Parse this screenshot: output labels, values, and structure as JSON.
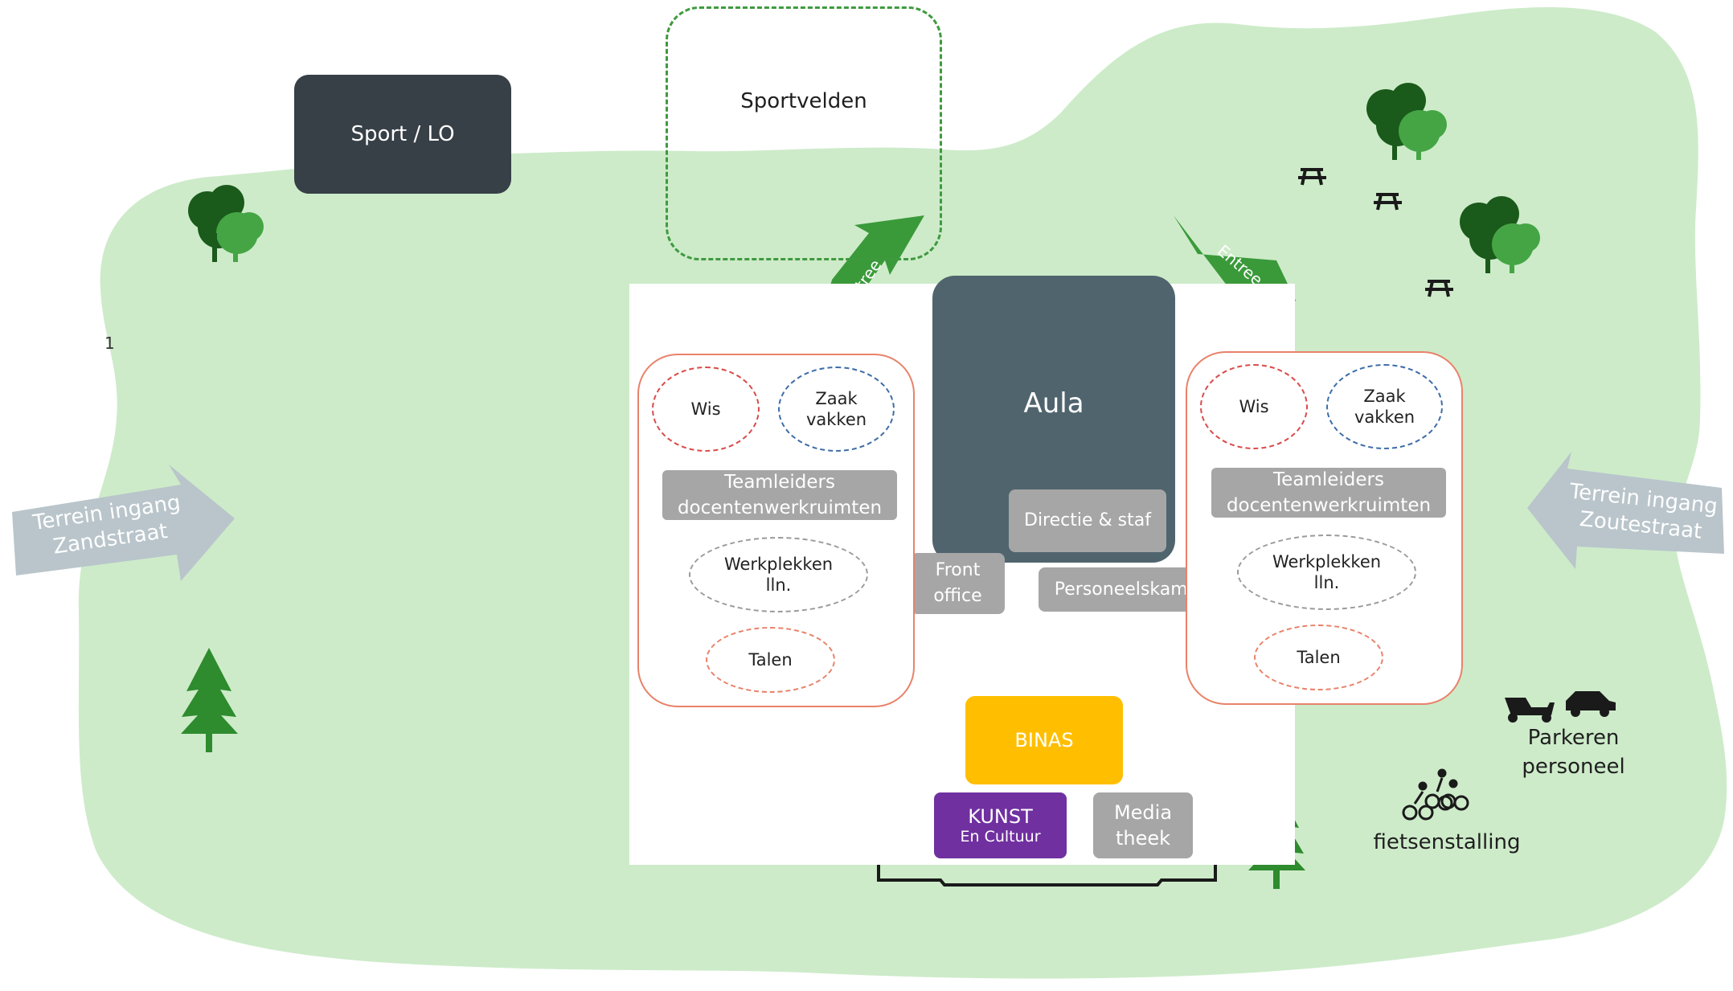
{
  "colors": {
    "grass": "#cdebc9",
    "dark_box": "#373f47",
    "aula": "#50646e",
    "grey_block": "#a6a6a6",
    "binas": "#ffbf00",
    "kunst": "#7030a0",
    "entree_arrow": "#3a9a3a",
    "terrain_arrow": "#b9c5cb",
    "heart": "#e81c1c",
    "wing_border": "#e8826a"
  },
  "areas": {
    "sport": "Sport / LO",
    "sportvelden": "Sportvelden",
    "aula": "Aula",
    "directie": "Directie & staf",
    "front_office": "Front office",
    "personeelskamer": "Personeelskamer",
    "binas": "BINAS",
    "kunst": "KUNST",
    "kunst_sub": "En Cultuur",
    "mediatheek": "Media theek"
  },
  "entrances": {
    "left": "Entree",
    "right": "Entree"
  },
  "wings": {
    "left": {
      "wis": "Wis",
      "zaakvakken": "Zaak vakken",
      "teamleiders": "Teamleiders docentenwerkruimten",
      "werkplekken": "Werkplekken lln.",
      "talen": "Talen"
    },
    "right": {
      "wis": "Wis",
      "zaakvakken": "Zaak vakken",
      "teamleiders": "Teamleiders docentenwerkruimten",
      "werkplekken": "Werkplekken lln.",
      "talen": "Talen"
    }
  },
  "terrain_entrances": {
    "left": "Terrein ingang Zandstraat",
    "right": "Terrein ingang Zoutestraat"
  },
  "facilities": {
    "parking": "Parkeren personeel",
    "bikes": "fietsenstalling"
  },
  "stray_mark": "1",
  "icons": [
    "tree-icon",
    "pine-tree-icon",
    "picnic-table-icon",
    "heart-icon",
    "scooter-icon",
    "car-icon",
    "cyclists-icon"
  ]
}
